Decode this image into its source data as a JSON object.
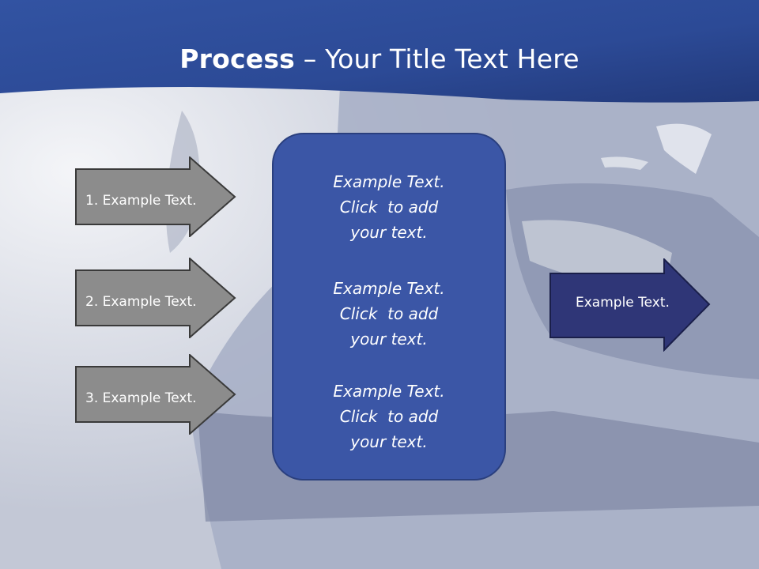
{
  "title": {
    "bold": "Process",
    "rest": " – Your Title Text Here"
  },
  "left_arrows": [
    {
      "label": "1. Example Text."
    },
    {
      "label": "2. Example Text."
    },
    {
      "label": "3. Example Text."
    }
  ],
  "center_box": {
    "blocks": [
      {
        "lines": [
          "Example Text.",
          "Click  to add",
          "your text."
        ]
      },
      {
        "lines": [
          "Example Text.",
          "Click  to add",
          "your text."
        ]
      },
      {
        "lines": [
          "Example Text.",
          "Click  to add",
          "your text."
        ]
      }
    ]
  },
  "right_arrow": {
    "label": "Example Text."
  },
  "colors": {
    "header_blue": "#2f4f9b",
    "center_box_fill": "#3b56a6",
    "left_arrow_fill": "#8c8c8c",
    "right_arrow_fill": "#2f3677",
    "text": "#ffffff"
  }
}
